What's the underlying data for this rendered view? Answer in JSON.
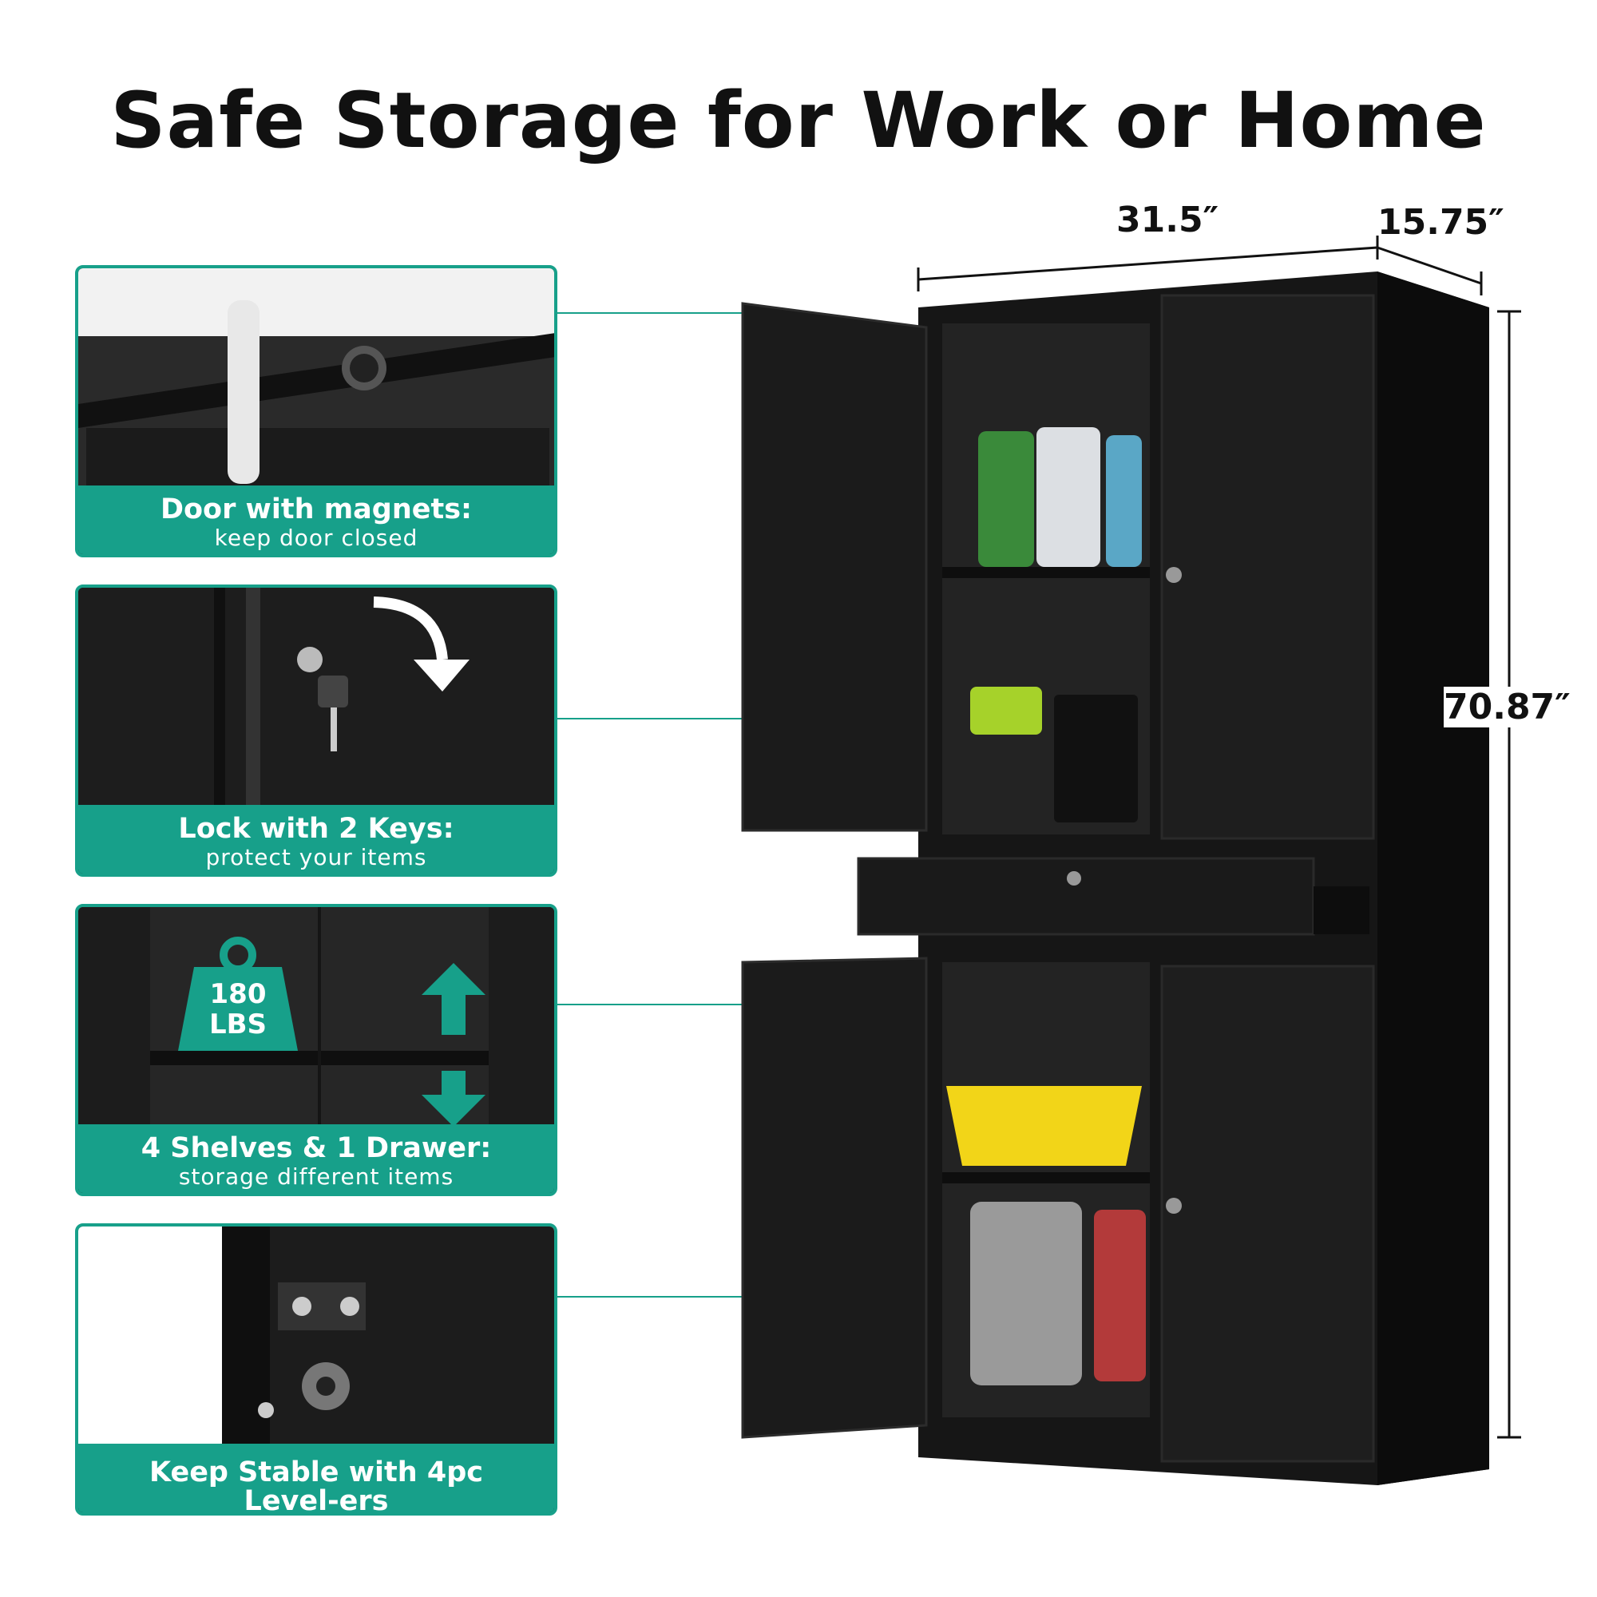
{
  "title": "Safe Storage for Work or Home",
  "dimensions": {
    "width": "31.5″",
    "depth": "15.75″",
    "height": "70.87″"
  },
  "features": [
    {
      "heading": "Door with magnets:",
      "sub": "keep door closed"
    },
    {
      "heading": "Lock with 2 Keys:",
      "sub": "protect your items"
    },
    {
      "heading": "4 Shelves & 1 Drawer:",
      "sub": "storage different items"
    },
    {
      "heading": "Keep Stable with 4pc Level-ers",
      "sub": ""
    }
  ],
  "weight_badge": {
    "value": "180",
    "unit": "LBS"
  },
  "colors": {
    "accent": "#17a08a",
    "cabinet": "#1c1c1c"
  }
}
